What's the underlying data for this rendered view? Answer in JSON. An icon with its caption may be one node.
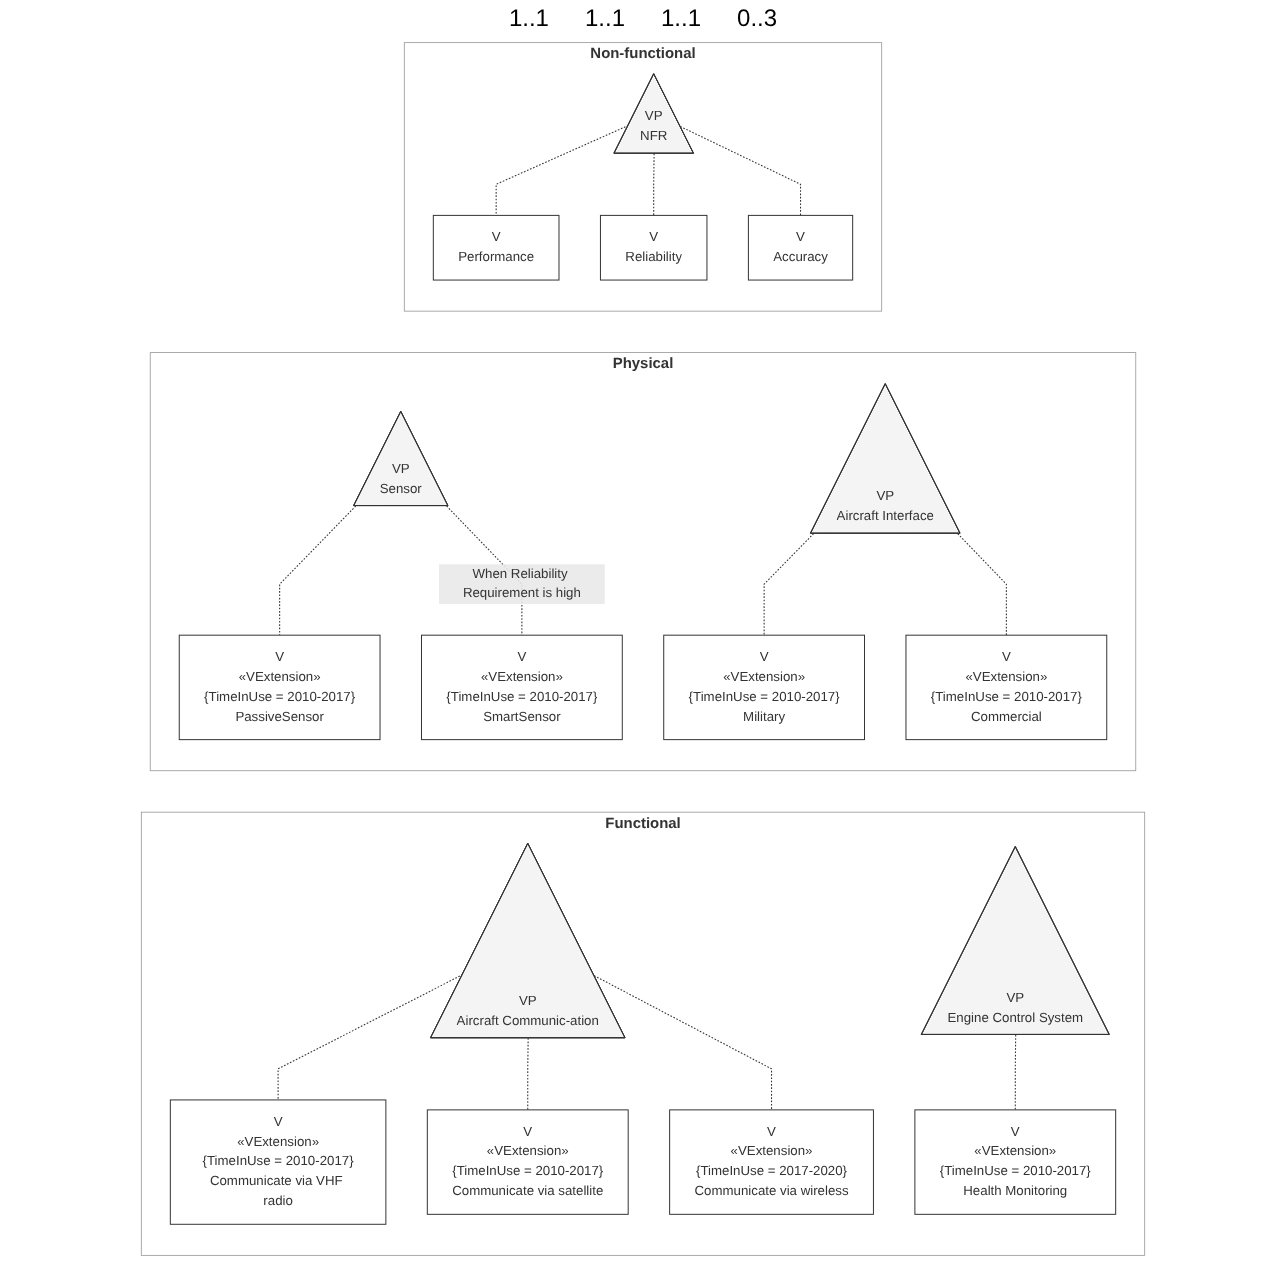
{
  "diagram": {
    "nodes": [
      {
        "text": [
          "Functional"
        ]
      },
      {
        "text": [
          "VP",
          "Aircraft Communic-ation"
        ],
        "in": 0
      },
      {
        "text": [
          "V",
          "«VExtension»",
          "{TimeInUse = 2010-2017}",
          "Communicate via VHF radio"
        ],
        "in": 0
      },
      {
        "text": [
          "V",
          "«VExtension»",
          "{TimeInUse = 2010-2017}",
          "Communicate via satellite"
        ],
        "in": 0
      },
      {
        "text": [
          "V",
          "«VExtension»",
          "{TimeInUse = 2017-2020}",
          "Communicate via wireless"
        ],
        "in": 0
      },
      {
        "text": [
          "VP",
          "Engine Control System"
        ],
        "in": 0
      },
      {
        "text": [
          "V",
          "«VExtension»",
          "{TimeInUse = 2010-2017}",
          "Health Monitoring"
        ],
        "in": 0
      },
      {
        "text": [
          "Physical"
        ]
      },
      {
        "text": [
          "VP",
          "Sensor"
        ],
        "in": 7
      },
      {
        "text": [
          "V",
          "«VExtension»",
          "{TimeInUse = 2010-2017}",
          "PassiveSensor"
        ],
        "in": 7
      },
      {
        "text": [
          "V",
          "«VExtension»",
          "{TimeInUse = 2010-2017}",
          "SmartSensor"
        ],
        "in": 7
      },
      {
        "text": [
          "VP",
          "Aircraft Interface"
        ],
        "in": 7
      },
      {
        "text": [
          "V",
          "«VExtension»",
          "{TimeInUse = 2010-2017}",
          "Military"
        ],
        "in": 7
      },
      {
        "text": [
          "V",
          "«VExtension»",
          "{TimeInUse = 2010-2017}",
          "Commercial"
        ],
        "in": 7
      },
      {
        "text": [
          "Non-functional"
        ]
      },
      {
        "text": [
          "VP",
          "NFR"
        ],
        "in": 14
      },
      {
        "text": [
          "V",
          "Performance"
        ],
        "in": 14
      },
      {
        "text": [
          "V",
          "Reliability"
        ],
        "in": 14
      },
      {
        "text": [
          "V",
          "Accuracy"
        ],
        "in": 14
      }
    ],
    "edges": [
      {
        "from": 1,
        "to": 2,
        "arrow": "none",
        "style": "dashed"
      },
      {
        "from": 1,
        "to": 3,
        "arrow": "none",
        "style": "dashed"
      },
      {
        "from": 1,
        "to": 4,
        "arrow": "none",
        "style": "dashed"
      },
      {
        "from": 5,
        "to": 6,
        "arrow": "none",
        "style": "dashed"
      },
      {
        "from": 8,
        "to": 9,
        "arrow": "none",
        "style": "dashed"
      },
      {
        "from": 8,
        "to": 10,
        "arrow": "none",
        "style": "dashed",
        "label": "When Reliability Requirement is high"
      },
      {
        "from": 11,
        "to": 12,
        "arrow": "none",
        "style": "dashed"
      },
      {
        "from": 11,
        "to": 13,
        "arrow": "none",
        "style": "dashed"
      },
      {
        "from": 15,
        "to": 16,
        "arrow": "none",
        "style": "dashed"
      },
      {
        "from": 15,
        "to": 17,
        "arrow": "none",
        "style": "dashed"
      },
      {
        "from": 15,
        "to": 18,
        "arrow": "none",
        "style": "dashed"
      }
    ],
    "labels": [
      "1..1",
      "1..1",
      "1..1",
      "0..3"
    ]
  }
}
